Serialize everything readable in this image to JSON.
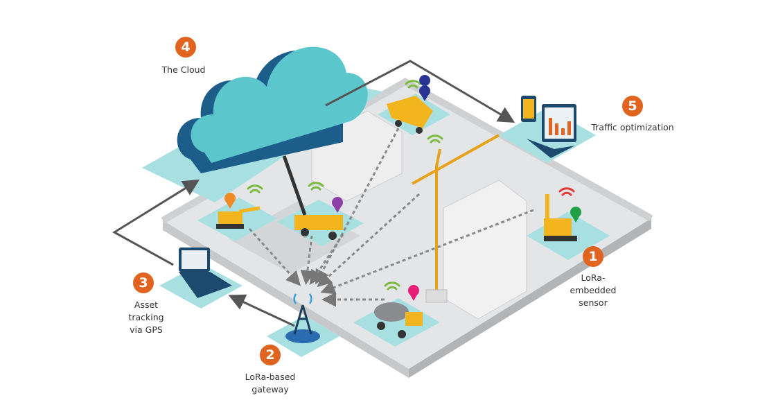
{
  "steps": [
    {
      "number": "1",
      "label": "LoRa-\nembedded\nsensor"
    },
    {
      "number": "2",
      "label": "LoRa-based\ngateway"
    },
    {
      "number": "3",
      "label": "Asset\ntracking\nvia GPS"
    },
    {
      "number": "4",
      "label": "The Cloud"
    },
    {
      "number": "5",
      "label": "Traffic optimization"
    }
  ],
  "colors": {
    "badge": "#e0641f",
    "cloud": "#5bc6cc",
    "cloud_side": "#1d5d8a",
    "pad": "#a8e0e2",
    "platform": "#e4e5e7",
    "machinery": "#f2b51d",
    "arrow": "#555555"
  },
  "icons": [
    "cloud-icon",
    "laptop-icon",
    "phone-icon",
    "gateway-tower-icon",
    "wifi-icon",
    "map-pin-icon",
    "excavator-icon",
    "dump-truck-icon",
    "tower-crane-icon",
    "cement-mixer-icon"
  ]
}
